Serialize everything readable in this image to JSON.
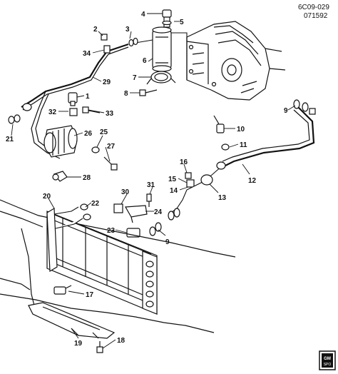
{
  "header": {
    "code": "6C09-029",
    "date": "071592"
  },
  "callouts": {
    "c1": "1",
    "c2": "2",
    "c3": "3",
    "c4": "4",
    "c5": "5",
    "c6": "6",
    "c7": "7",
    "c8": "8",
    "c9a": "9",
    "c9b": "9",
    "c10": "10",
    "c11": "11",
    "c12": "12",
    "c13": "13",
    "c14": "14",
    "c15": "15",
    "c16": "16",
    "c17": "17",
    "c18": "18",
    "c19": "19",
    "c20": "20",
    "c21": "21",
    "c22": "22",
    "c23": "23",
    "c24": "24",
    "c25": "25",
    "c26": "26",
    "c27": "27",
    "c28": "28",
    "c29": "29",
    "c30": "30",
    "c31": "31",
    "c32": "32",
    "c33": "33",
    "c34": "34"
  },
  "badge": {
    "line1": "GM",
    "line2": "SPO"
  }
}
